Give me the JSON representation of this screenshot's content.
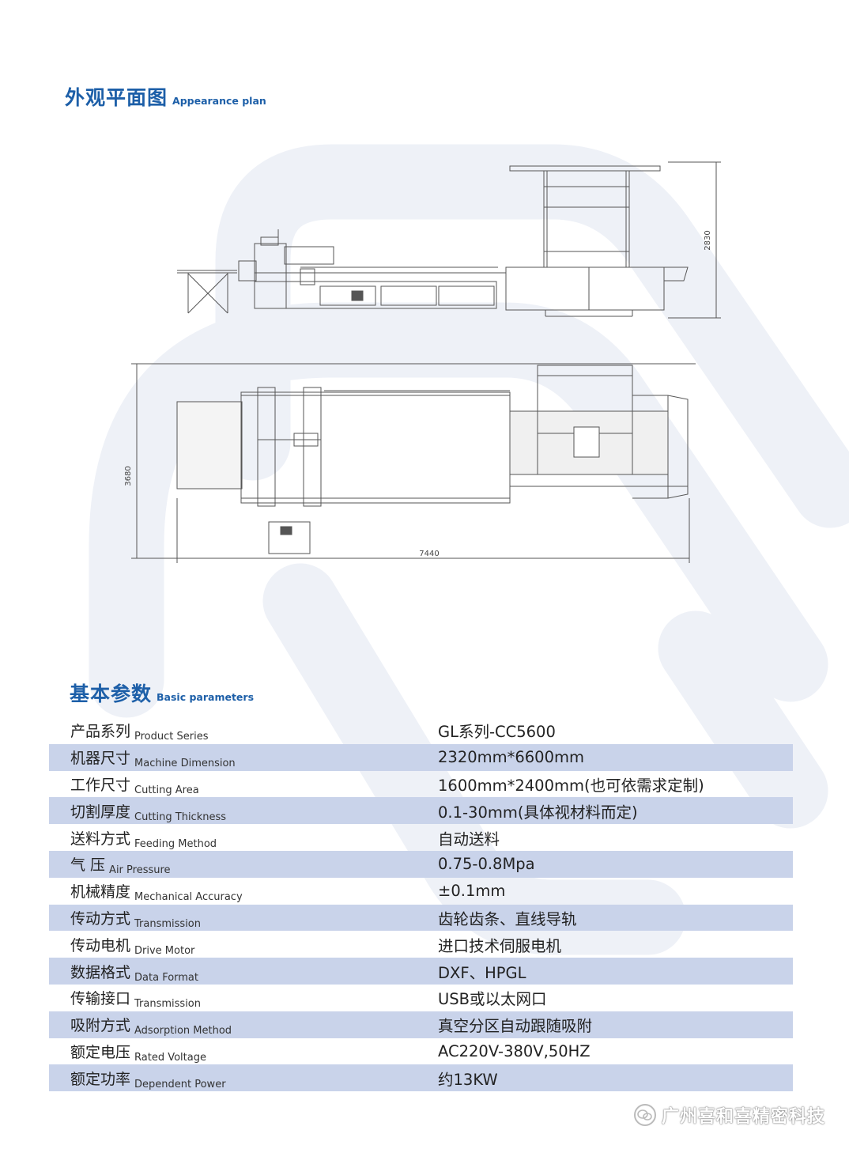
{
  "appearance_plan": {
    "title_zh": "外观平面图",
    "title_en": "Appearance plan",
    "dimensions": {
      "height": "2830",
      "width": "3680",
      "length": "7440"
    }
  },
  "basic_parameters": {
    "title_zh": "基本参数",
    "title_en": "Basic parameters",
    "rows": [
      {
        "name_zh": "产品系列",
        "name_en": "Product  Series",
        "value": "GL系列-CC5600"
      },
      {
        "name_zh": "机器尺寸",
        "name_en": "Machine Dimension",
        "value": "2320mm*6600mm"
      },
      {
        "name_zh": "工作尺寸",
        "name_en": "Cutting Area",
        "value": "1600mm*2400mm(也可依需求定制)"
      },
      {
        "name_zh": "切割厚度",
        "name_en": "Cutting Thickness",
        "value": "0.1-30mm(具体视材料而定)"
      },
      {
        "name_zh": "送料方式",
        "name_en": "Feeding Method",
        "value": "自动送料"
      },
      {
        "name_zh": "气      压",
        "name_en": "Air Pressure",
        "value": "0.75-0.8Mpa"
      },
      {
        "name_zh": "机械精度",
        "name_en": "Mechanical Accuracy",
        "value": "±0.1mm"
      },
      {
        "name_zh": "传动方式",
        "name_en": "Transmission",
        "value": "齿轮齿条、直线导轨"
      },
      {
        "name_zh": "传动电机",
        "name_en": "Drive Motor",
        "value": "进口技术伺服电机"
      },
      {
        "name_zh": "数据格式",
        "name_en": "Data Format",
        "value": "DXF、HPGL"
      },
      {
        "name_zh": "传输接口",
        "name_en": "Transmission",
        "value": "USB或以太网口"
      },
      {
        "name_zh": "吸附方式",
        "name_en": "Adsorption Method",
        "value": "真空分区自动跟随吸附"
      },
      {
        "name_zh": "额定电压",
        "name_en": "Rated Voltage",
        "value": "AC220V-380V,50HZ"
      },
      {
        "name_zh": "额定功率",
        "name_en": "Dependent Power",
        "value": "约13KW"
      }
    ]
  },
  "watermark": {
    "icon": "wechat-icon",
    "text": "广州喜和喜精密科技"
  },
  "colors": {
    "title_blue": "#1d5fa8",
    "row_shade": "#c9d3ea",
    "logo_tint": "#eef1f7"
  }
}
